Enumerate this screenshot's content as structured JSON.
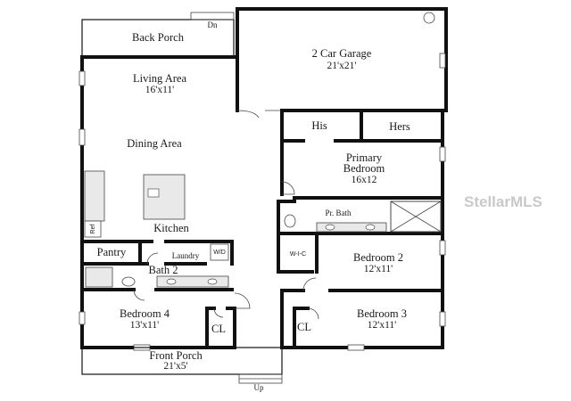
{
  "rooms": {
    "back_porch": {
      "name": "Back Porch"
    },
    "dn": "Dn",
    "garage": {
      "name": "2 Car Garage",
      "dims": "21'x21'"
    },
    "living": {
      "name": "Living Area",
      "dims": "16'x11'"
    },
    "dining": {
      "name": "Dining Area"
    },
    "his": "His",
    "hers": "Hers",
    "primary": {
      "line1": "Primary",
      "line2": "Bedroom",
      "dims": "16x12"
    },
    "kitchen": {
      "name": "Kitchen"
    },
    "ref": "Ref",
    "pantry": "Pantry",
    "laundry": "Laundry",
    "wd": "W/D",
    "bath2": "Bath 2",
    "pr_bath": "Pr. Bath",
    "wic": "W-I-C",
    "bedroom2": {
      "name": "Bedroom 2",
      "dims": "12'x11'"
    },
    "bedroom4": {
      "name": "Bedroom 4",
      "dims": "13'x11'"
    },
    "cl_left": "CL",
    "cl_right": "CL",
    "bedroom3": {
      "name": "Bedroom 3",
      "dims": "12'x11'"
    },
    "front_porch": {
      "name": "Front Porch",
      "dims": "21'x5'"
    },
    "up": "Up"
  },
  "watermark": "StellarMLS"
}
